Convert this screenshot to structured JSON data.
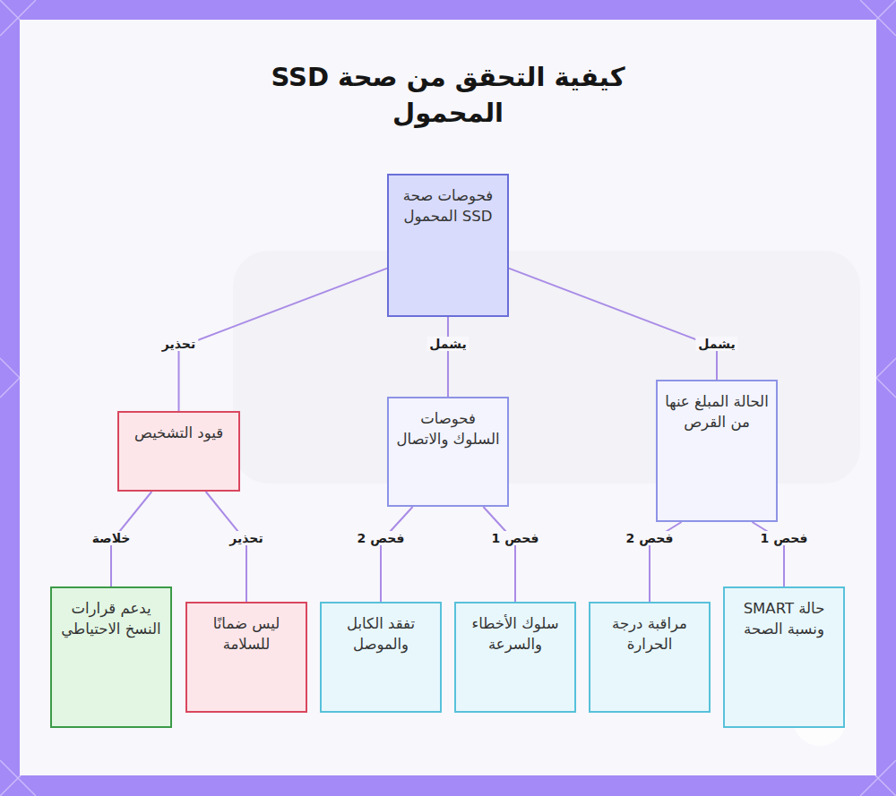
{
  "diagram": {
    "title": "كيفية التحقق من صحة SSD المحمول",
    "nodes": [
      {
        "text": [
          "فحوصات صحة SSD المحمول"
        ]
      },
      {
        "text": [
          "الحالة المبلغ عنها من القرص"
        ]
      },
      {
        "text": [
          "فحوصات السلوك والاتصال"
        ]
      },
      {
        "text": [
          "قيود التشخيص"
        ]
      },
      {
        "text": [
          "حالة SMART ونسبة الصحة"
        ]
      },
      {
        "text": [
          "مراقبة درجة الحرارة"
        ]
      },
      {
        "text": [
          "سلوك الأخطاء والسرعة"
        ]
      },
      {
        "text": [
          "تفقد الكابل والموصل"
        ]
      },
      {
        "text": [
          "ليس ضمانًا للسلامة"
        ]
      },
      {
        "text": [
          "يدعم قرارات النسخ الاحتياطي"
        ]
      }
    ],
    "edges": [
      {
        "from": 0,
        "to": 1,
        "label": "يشمل",
        "arrow": "none"
      },
      {
        "from": 0,
        "to": 2,
        "label": "يشمل",
        "arrow": "none"
      },
      {
        "from": 0,
        "to": 3,
        "label": "تحذير",
        "arrow": "none"
      },
      {
        "from": 1,
        "to": 4,
        "label": "فحص 1",
        "arrow": "none"
      },
      {
        "from": 1,
        "to": 5,
        "label": "فحص 2",
        "arrow": "none"
      },
      {
        "from": 2,
        "to": 6,
        "label": "فحص 1",
        "arrow": "none"
      },
      {
        "from": 2,
        "to": 7,
        "label": "فحص 2",
        "arrow": "none"
      },
      {
        "from": 3,
        "to": 8,
        "label": "تحذير",
        "arrow": "none"
      },
      {
        "from": 3,
        "to": 9,
        "label": "خلاصة",
        "arrow": "none"
      }
    ]
  }
}
